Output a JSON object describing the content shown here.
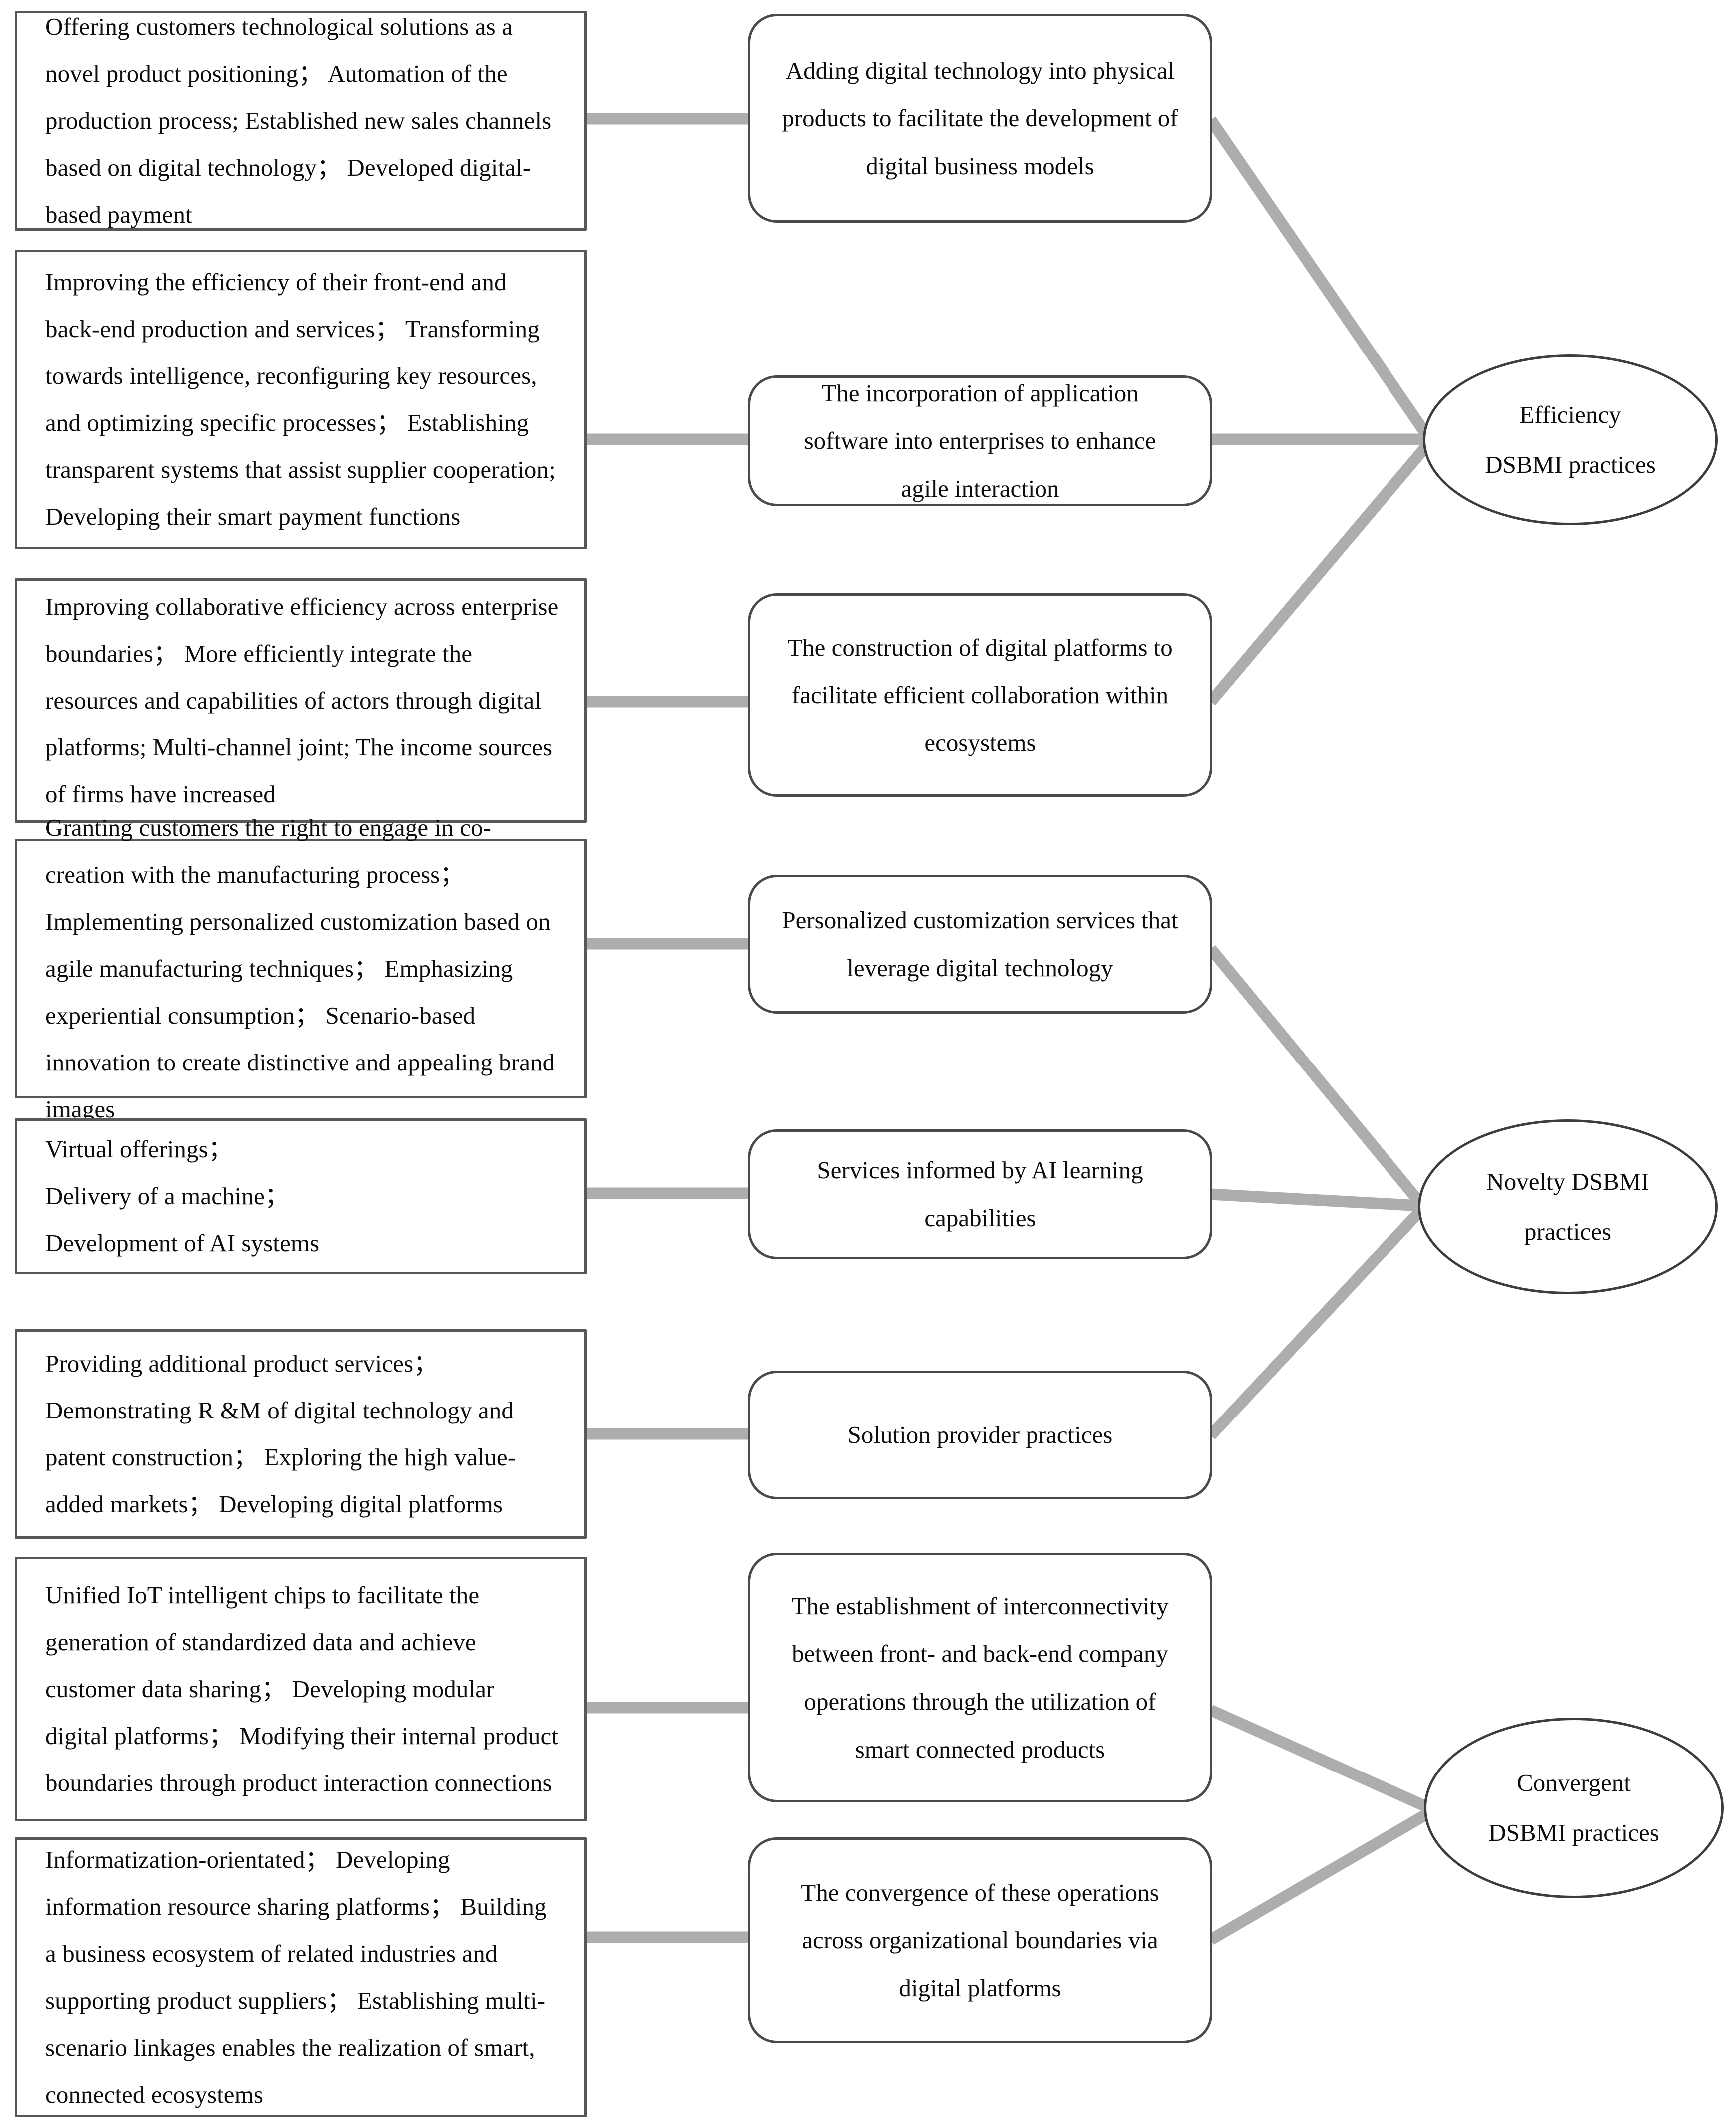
{
  "diagram": {
    "type": "three-column-coding-framework",
    "title": "",
    "colors": {
      "evidence_border": "#585858",
      "concept_border": "#4a4a4a",
      "ellipse_border": "#3d3d3d",
      "connector": "#adadad",
      "text": "#0d0d0d",
      "background": "#ffffff"
    },
    "evidence_boxes": [
      {
        "id": "ev1",
        "text": "Offering customers technological solutions as a novel product positioning； Automation of the production process; Established new sales channels based on digital technology； Developed digital-based payment"
      },
      {
        "id": "ev2",
        "text": "Improving the efficiency of their front-end and back-end production and services； Transforming towards intelligence, reconfiguring key resources, and optimizing specific processes； Establishing transparent systems that assist supplier cooperation; Developing their smart payment functions"
      },
      {
        "id": "ev3",
        "text": "Improving collaborative efficiency across enterprise boundaries； More efficiently integrate the resources and capabilities of actors through digital platforms; Multi-channel joint; The income sources of firms have increased"
      },
      {
        "id": "ev4",
        "text": "Granting customers the right to engage in co-creation with the manufacturing process； Implementing personalized customization based on agile manufacturing techniques； Emphasizing experiential consumption； Scenario-based innovation to create distinctive and appealing brand images"
      },
      {
        "id": "ev5",
        "text": "Virtual offerings；\nDelivery of a machine；\nDevelopment of AI systems"
      },
      {
        "id": "ev6",
        "text": "Providing additional product services；\nDemonstrating R &M of digital technology and patent construction； Exploring the high value-added markets； Developing digital platforms"
      },
      {
        "id": "ev7",
        "text": "Unified IoT intelligent chips to facilitate the generation of standardized data and achieve customer data sharing； Developing modular digital platforms； Modifying their internal product boundaries through product interaction connections"
      },
      {
        "id": "ev8",
        "text": "Informatization-orientated； Developing information resource sharing platforms； Building a business ecosystem of related industries and supporting product suppliers； Establishing multi-scenario linkages enables the realization of smart, connected ecosystems"
      }
    ],
    "concept_boxes": [
      {
        "id": "cn1",
        "text": "Adding digital technology into physical products to facilitate the development of digital business models"
      },
      {
        "id": "cn2",
        "text": "The incorporation of application software into enterprises to enhance agile interaction"
      },
      {
        "id": "cn3",
        "text": "The construction of digital platforms to facilitate efficient collaboration within ecosystems"
      },
      {
        "id": "cn4",
        "text": "Personalized customization services that leverage digital technology"
      },
      {
        "id": "cn5",
        "text": "Services informed by AI learning capabilities"
      },
      {
        "id": "cn6",
        "text": "Solution provider practices"
      },
      {
        "id": "cn7",
        "text": "The establishment of interconnectivity between front- and back-end company operations through the utilization of smart connected products"
      },
      {
        "id": "cn8",
        "text": "The convergence of these operations across organizational boundaries via digital platforms"
      }
    ],
    "aggregate_nodes": [
      {
        "id": "ag1",
        "line1": "Efficiency",
        "line2": "DSBMI practices"
      },
      {
        "id": "ag2",
        "line1": "Novelty DSBMI",
        "line2": "practices"
      },
      {
        "id": "ag3",
        "line1": "Convergent",
        "line2": "DSBMI practices"
      }
    ],
    "links": [
      {
        "from": "ev1",
        "to": "cn1"
      },
      {
        "from": "ev2",
        "to": "cn2"
      },
      {
        "from": "ev3",
        "to": "cn3"
      },
      {
        "from": "ev4",
        "to": "cn4"
      },
      {
        "from": "ev5",
        "to": "cn5"
      },
      {
        "from": "ev6",
        "to": "cn6"
      },
      {
        "from": "ev7",
        "to": "cn7"
      },
      {
        "from": "ev8",
        "to": "cn8"
      },
      {
        "from": "cn1",
        "to": "ag1"
      },
      {
        "from": "cn2",
        "to": "ag1"
      },
      {
        "from": "cn3",
        "to": "ag1"
      },
      {
        "from": "cn4",
        "to": "ag2"
      },
      {
        "from": "cn5",
        "to": "ag2"
      },
      {
        "from": "cn6",
        "to": "ag2"
      },
      {
        "from": "cn7",
        "to": "ag3"
      },
      {
        "from": "cn8",
        "to": "ag3"
      }
    ]
  }
}
